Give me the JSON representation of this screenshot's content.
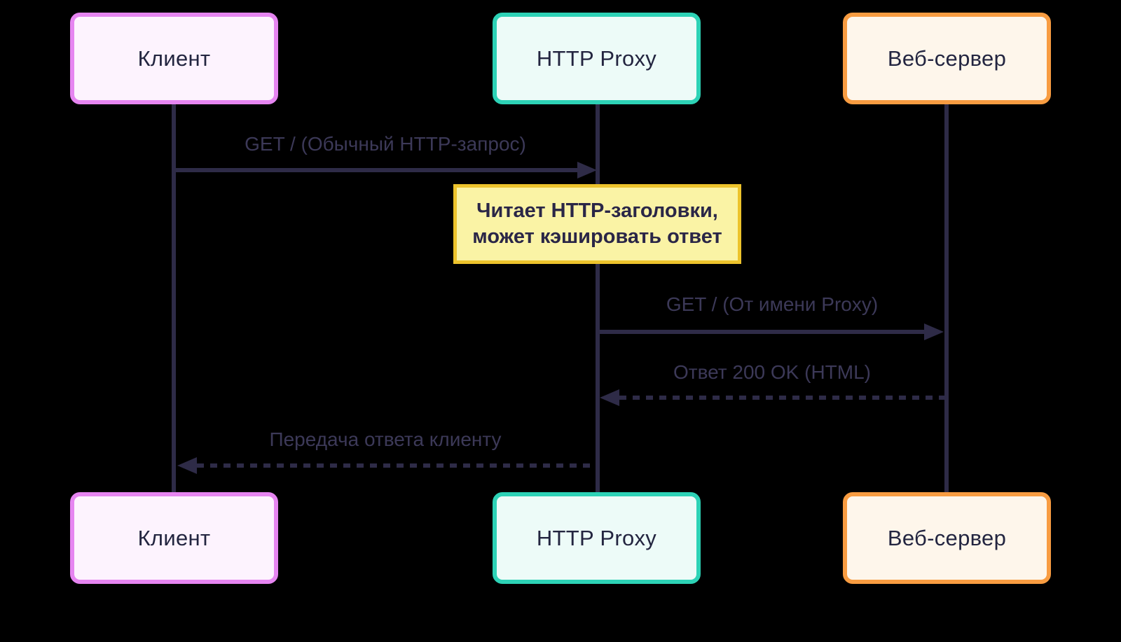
{
  "theme": {
    "background": "#000000",
    "line": "#2E2B47",
    "label_text": "#3C3958",
    "actor_text": "#232540",
    "client_fill": "#FDF3FE",
    "client_border": "#E685F1",
    "proxy_fill": "#EDFBF8",
    "proxy_border": "#2DD2B6",
    "server_fill": "#FEF6EB",
    "server_border": "#F89C41",
    "note_fill": "#FAF3A5",
    "note_border": "#EDC32C",
    "note_text": "#2A2647"
  },
  "actors": {
    "client": {
      "label": "Клиент"
    },
    "proxy": {
      "label": "HTTP Proxy"
    },
    "server": {
      "label": "Веб-сервер"
    }
  },
  "messages": [
    {
      "text": "GET / (Обычный HTTP-запрос)",
      "from": "Клиент",
      "to": "HTTP Proxy",
      "line": "solid",
      "direction": "right"
    },
    {
      "text": "GET / (От имени Proxy)",
      "from": "HTTP Proxy",
      "to": "Веб-сервер",
      "line": "solid",
      "direction": "right"
    },
    {
      "text": "Ответ 200 OK (HTML)",
      "from": "Веб-сервер",
      "to": "HTTP Proxy",
      "line": "dashed",
      "direction": "left"
    },
    {
      "text": "Передача ответа клиенту",
      "from": "HTTP Proxy",
      "to": "Клиент",
      "line": "dashed",
      "direction": "left"
    }
  ],
  "note": {
    "line1": "Читает HTTP-заголовки,",
    "line2": "может кэшировать ответ",
    "attached_to": "HTTP Proxy"
  }
}
